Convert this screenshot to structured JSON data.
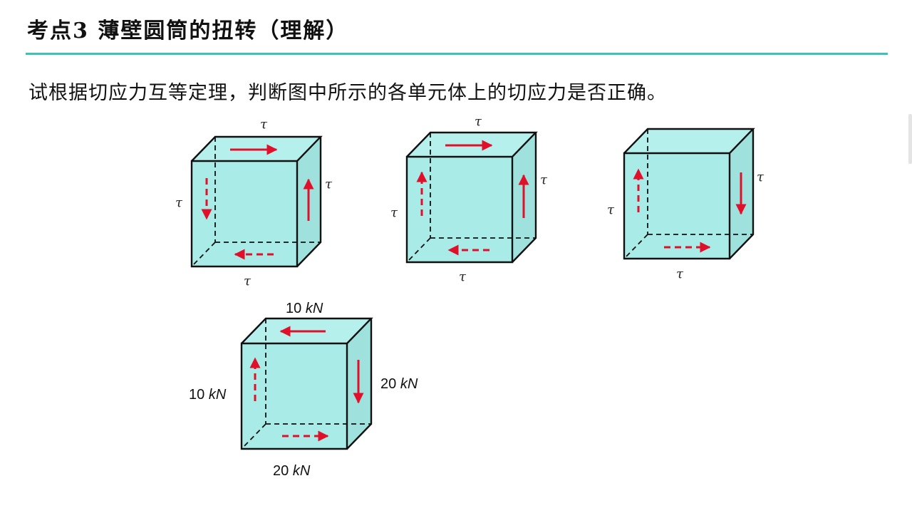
{
  "header": {
    "title": "考点3 薄壁圆筒的扭转（理解）",
    "rule_color": "#3fc1b5"
  },
  "question": {
    "text": "试根据切应力互等定理，判断图中所示的各单元体上的切应力是否正确。"
  },
  "colors": {
    "cube_fill": "#a8ebe7",
    "cube_top": "#b6f0ec",
    "cube_side": "#9fe2dd",
    "edge": "#111111",
    "arrow": "#e0102a"
  },
  "symbols": {
    "tau": "τ"
  },
  "element_d": {
    "top_force": "10 kN",
    "left_force": "10 kN",
    "right_force": "20 kN",
    "bottom_force": "20 kN"
  }
}
